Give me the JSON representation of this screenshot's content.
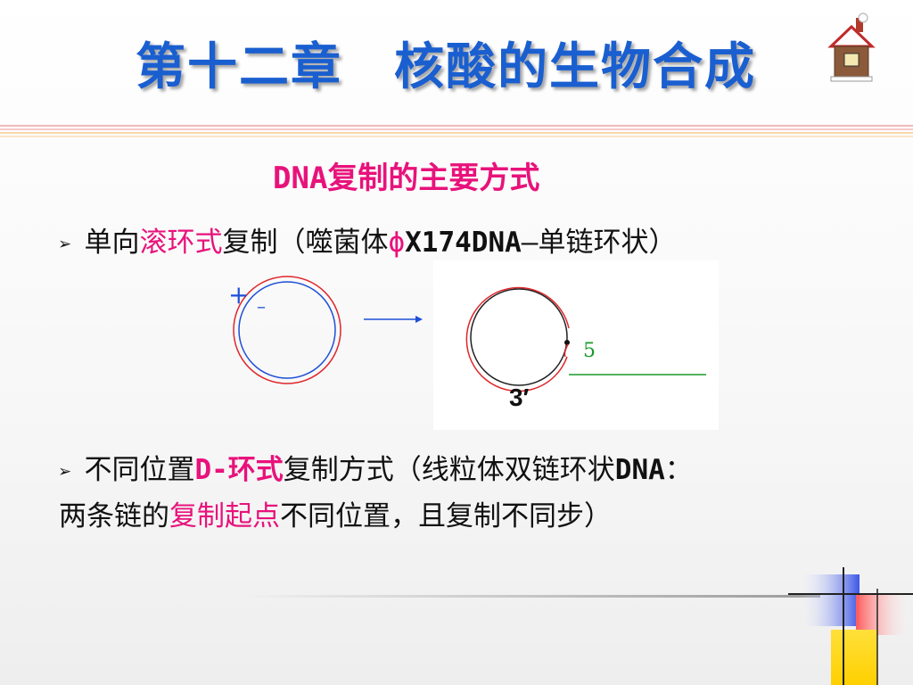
{
  "slide": {
    "title": "第十二章　核酸的生物合成",
    "subtitle": "DNA复制的主要方式",
    "item1": {
      "bullet": "➢",
      "prefix": "单向",
      "highlight": "滚环式",
      "middle": "复制（噬菌体",
      "phi": "ϕ",
      "dna_name": "X174DNA",
      "dash": "—",
      "suffix": "单链环状）"
    },
    "diagram": {
      "plus_sign": "+",
      "minus_sign": "–",
      "label_5": "5",
      "label_3": "3′"
    },
    "item2": {
      "bullet": "➢",
      "prefix": "不同位置",
      "highlight": "D-环式",
      "middle": "复制方式（线粒体双链环状",
      "dna": "DNA",
      "colon": "：",
      "line2_prefix": "两条链的",
      "highlight2": "复制起点",
      "line2_suffix": "不同位置，且复制不同步）"
    }
  },
  "colors": {
    "title": "#1a5fd0",
    "accent": "#e8127b",
    "circle_red": "#e0262a",
    "circle_blue": "#1d4fd8",
    "arrow_blue": "#1d4fd8",
    "strand_green": "#1a9a2a"
  },
  "icons": [
    "house-icon",
    "decorative-squares-icon"
  ]
}
